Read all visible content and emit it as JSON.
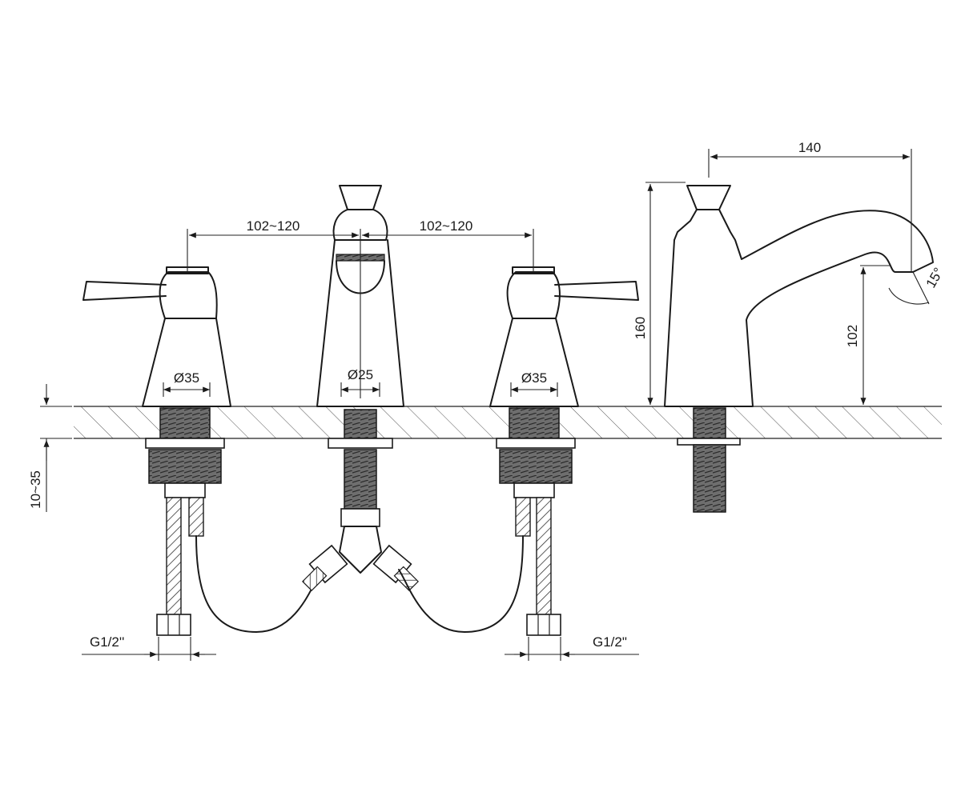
{
  "labels": {
    "spacing_left": "102~120",
    "spacing_right": "102~120",
    "dia_left": "Ø35",
    "dia_center": "Ø25",
    "dia_right": "Ø35",
    "reach": "140",
    "height": "160",
    "spout_height": "102",
    "angle": "15°",
    "deck_thickness": "10~35",
    "thread_left": "G1/2''",
    "thread_right": "G1/2\""
  },
  "colors": {
    "line": "#1a1a1a",
    "thread_fill": "#6a6a6a",
    "background": "#ffffff"
  }
}
